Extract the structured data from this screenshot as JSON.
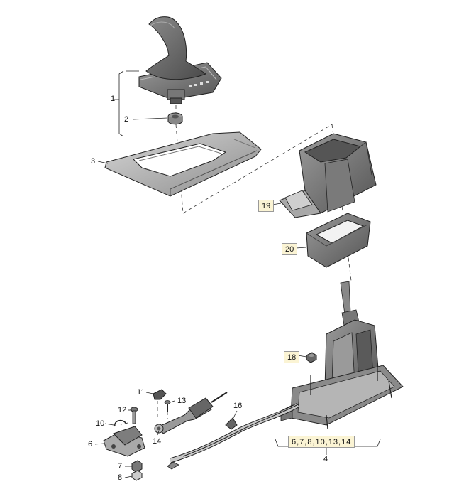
{
  "callouts": {
    "p1": "1",
    "p2": "2",
    "p3": "3",
    "p4": "4",
    "p6": "6",
    "p7": "7",
    "p8": "8",
    "p10": "10",
    "p11": "11",
    "p12": "12",
    "p13": "13",
    "p14": "14",
    "p16": "16",
    "p18": "18",
    "p19": "19",
    "p20": "20",
    "group4_members": "6,7,8,10,13,14"
  },
  "colors": {
    "line": "#222222",
    "part_fill": "#b9b9b9",
    "part_dark": "#6e6e6e",
    "part_light": "#dcdcdc",
    "label_bg": "#fbf4d4"
  }
}
